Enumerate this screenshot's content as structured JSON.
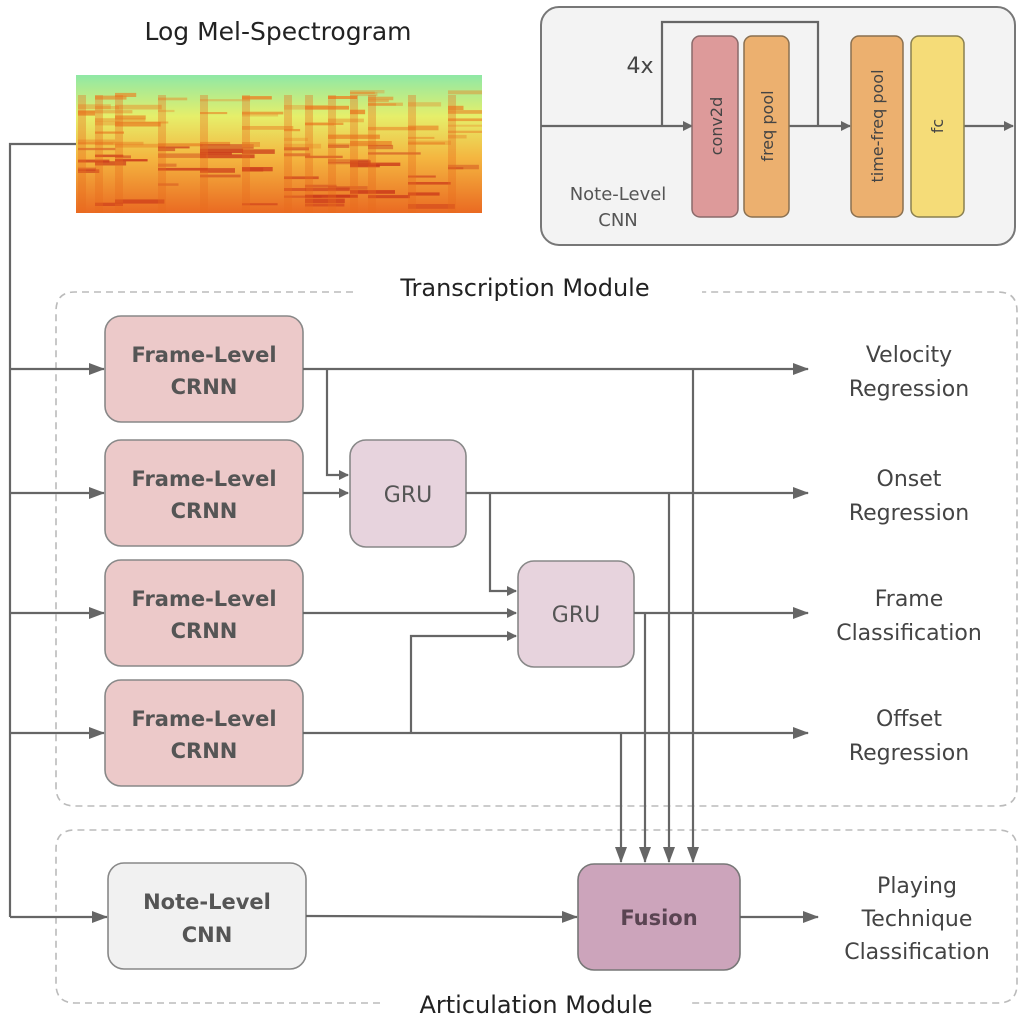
{
  "title": "Log Mel-Spectrogram",
  "inset": {
    "label_lines": [
      "Note-Level",
      "CNN"
    ],
    "repeat_label": "4x",
    "layers": [
      {
        "label": "conv2d",
        "color": "#dd9a9a"
      },
      {
        "label": "freq pool",
        "color": "#ecb06f"
      },
      {
        "label": "time-freq pool",
        "color": "#ecb06f"
      },
      {
        "label": "fc",
        "color": "#f5dc78"
      }
    ]
  },
  "transcription": {
    "title": "Transcription Module",
    "crnn_label_lines": [
      "Frame-Level",
      "CRNN"
    ],
    "crnn_color": "#ecc9c9",
    "gru_label": "GRU",
    "gru_color": "#e7d3dd",
    "outputs": [
      [
        "Velocity",
        "Regression"
      ],
      [
        "Onset",
        "Regression"
      ],
      [
        "Frame",
        "Classification"
      ],
      [
        "Offset",
        "Regression"
      ]
    ]
  },
  "articulation": {
    "title": "Articulation Module",
    "note_cnn_lines": [
      "Note-Level",
      "CNN"
    ],
    "note_cnn_color": "#f1f1f1",
    "fusion_label": "Fusion",
    "fusion_color": "#cca4bb",
    "output_lines": [
      "Playing",
      "Technique",
      "Classification"
    ]
  }
}
